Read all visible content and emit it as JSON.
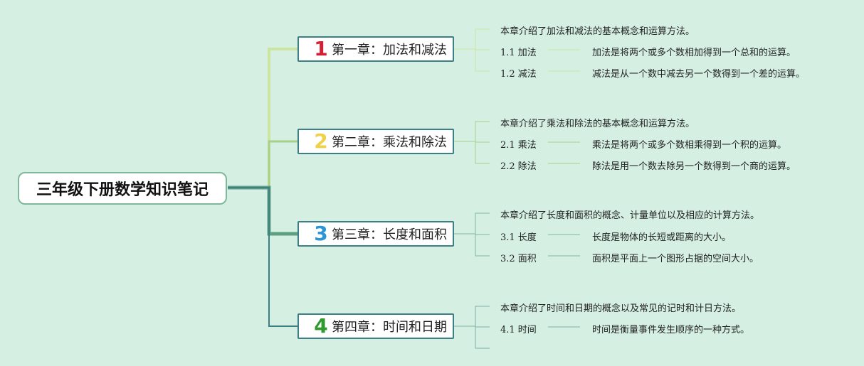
{
  "root": {
    "title": "三年级下册数学知识笔记"
  },
  "colors": {
    "background": "#d5f0e3",
    "chapter1_number": "#d42035",
    "chapter2_number": "#f0d24a",
    "chapter3_number": "#2b95d6",
    "chapter4_number": "#2f9a2f",
    "branch1": "#cbe4a0",
    "branch2": "#a8d08a",
    "branch3": "#5e9f82",
    "branch4": "#3d7f86"
  },
  "chapters": [
    {
      "number": "1",
      "title": "第一章：加法和减法",
      "intro": "本章介绍了加法和减法的基本概念和运算方法。",
      "sections": [
        {
          "label": "1.1 加法",
          "desc": "加法是将两个或多个数相加得到一个总和的运算。"
        },
        {
          "label": "1.2 减法",
          "desc": "减法是从一个数中减去另一个数得到一个差的运算。"
        }
      ]
    },
    {
      "number": "2",
      "title": "第二章：乘法和除法",
      "intro": "本章介绍了乘法和除法的基本概念和运算方法。",
      "sections": [
        {
          "label": "2.1 乘法",
          "desc": "乘法是将两个或多个数相乘得到一个积的运算。"
        },
        {
          "label": "2.2 除法",
          "desc": "除法是用一个数去除另一个数得到一个商的运算。"
        }
      ]
    },
    {
      "number": "3",
      "title": "第三章：长度和面积",
      "intro": "本章介绍了长度和面积的概念、计量单位以及相应的计算方法。",
      "sections": [
        {
          "label": "3.1 长度",
          "desc": "长度是物体的长短或距离的大小。"
        },
        {
          "label": "3.2 面积",
          "desc": "面积是平面上一个图形占据的空间大小。"
        }
      ]
    },
    {
      "number": "4",
      "title": "第四章：时间和日期",
      "intro": "本章介绍了时间和日期的概念以及常见的记时和计日方法。",
      "sections": [
        {
          "label": "4.1 时间",
          "desc": "时间是衡量事件发生顺序的一种方式。"
        }
      ]
    }
  ]
}
